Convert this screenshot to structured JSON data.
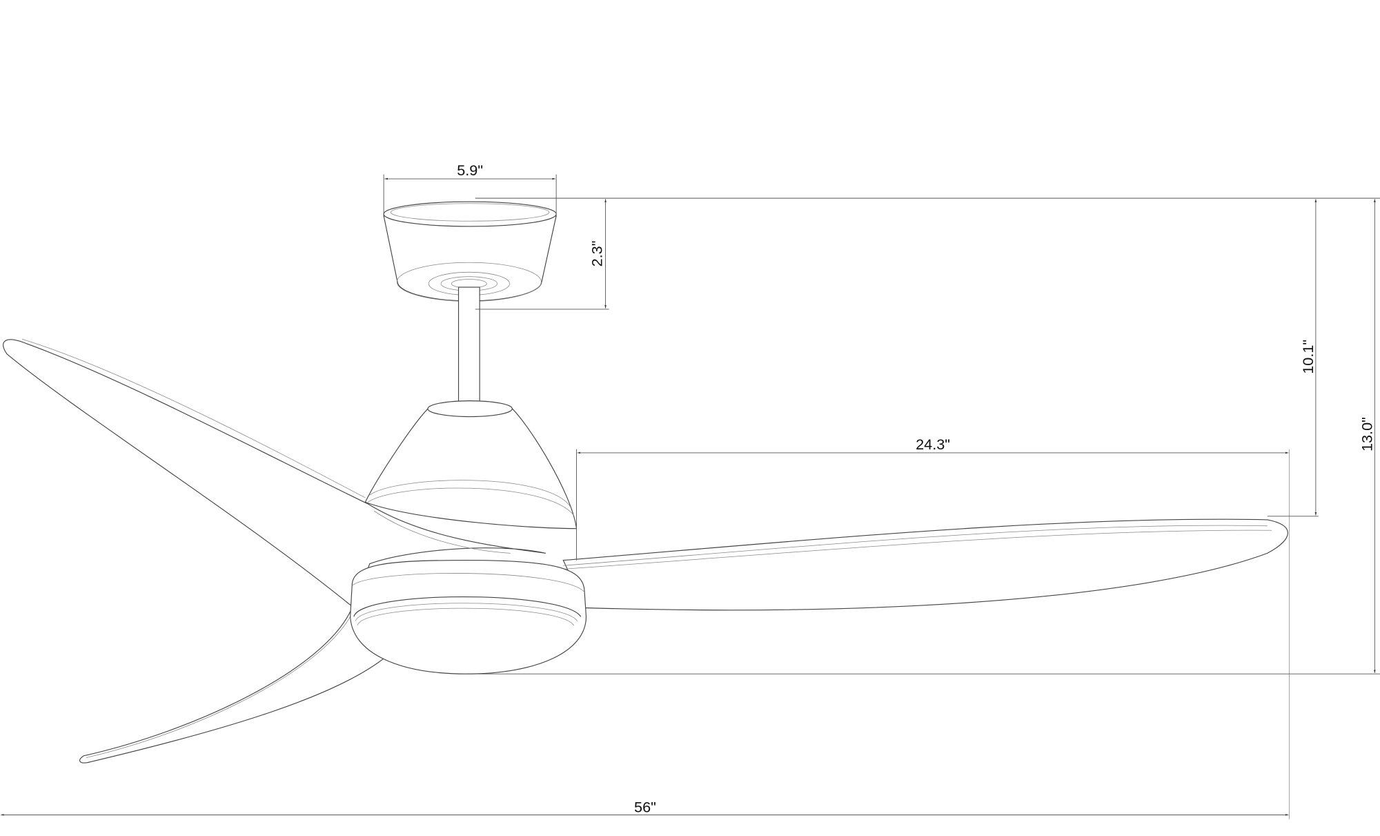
{
  "dimensions": {
    "canopy_width": "5.9\"",
    "canopy_height": "2.3\"",
    "blade_length": "24.3\"",
    "ceiling_to_blade": "10.1\"",
    "overall_height": "13.0\"",
    "overall_span": "56\""
  },
  "colors": {
    "line": "#444444",
    "background": "#ffffff"
  }
}
